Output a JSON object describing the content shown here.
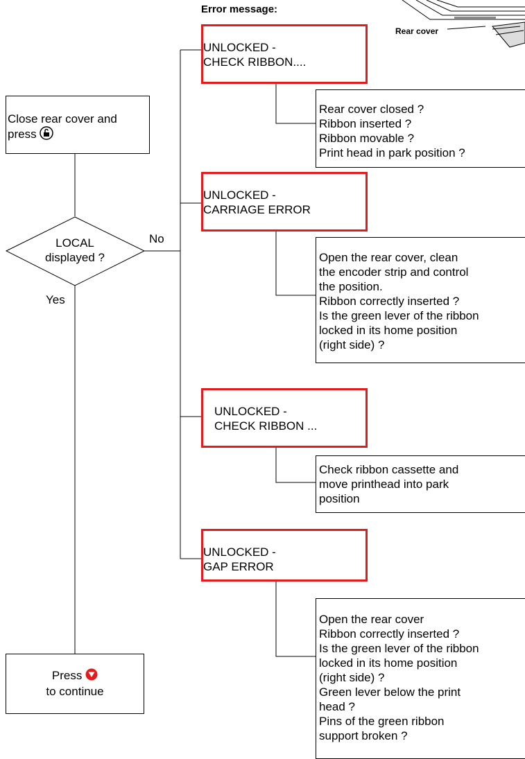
{
  "header": {
    "title": "Error message:"
  },
  "illustration": {
    "label": "Rear cover"
  },
  "start_box": {
    "line1": "Close rear cover and",
    "line2": "press",
    "icon": "unlock-button-icon"
  },
  "decision": {
    "line1": "LOCAL",
    "line2": "displayed ?",
    "no_label": "No",
    "yes_label": "Yes"
  },
  "end_box": {
    "line1": "Press",
    "line2": "to continue",
    "icon": "red-down-arrow-button-icon"
  },
  "errors": [
    {
      "line1": "UNLOCKED -",
      "line2": "CHECK RIBBON....",
      "checks": [
        "Rear cover closed ?",
        "Ribbon inserted ?",
        "Ribbon movable ?",
        "Print head in park position ?"
      ]
    },
    {
      "line1": "UNLOCKED -",
      "line2": "CARRIAGE ERROR",
      "checks": [
        "Open the rear cover, clean",
        "the encoder strip and control",
        "the position.",
        "Ribbon correctly inserted ?",
        "Is the green lever of the ribbon",
        "locked in its home position",
        "(right side) ?"
      ]
    },
    {
      "line1": "UNLOCKED -",
      "line2": "CHECK RIBBON ...",
      "checks": [
        "Check ribbon cassette and",
        "move printhead into park",
        "position"
      ]
    },
    {
      "line1": "UNLOCKED -",
      "line2": "GAP ERROR",
      "checks": [
        "Open the rear cover",
        "Ribbon correctly inserted ?",
        "Is the green lever of the ribbon",
        "locked in its home position",
        "(right side) ?",
        "Green lever below the print",
        "head ?",
        "Pins of the green ribbon",
        "support broken ?"
      ]
    }
  ],
  "colors": {
    "error_border": "#e41a1c",
    "lines": "#000000"
  }
}
